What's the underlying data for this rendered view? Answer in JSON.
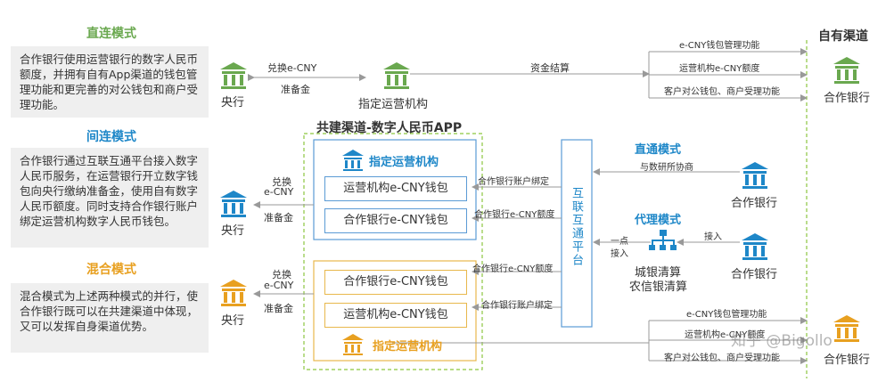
{
  "modes": {
    "direct": {
      "title": "直连模式",
      "desc": "合作银行使用运营银行的数字人民币额度，并拥有自有App渠道的钱包管理功能和更完善的对公钱包和商户受理功能。"
    },
    "indirect": {
      "title": "间连模式",
      "desc": "合作银行通过互联互通平台接入数字人民币服务，在运营银行开立数字钱包向央行缴纳准备金，使用自有数字人民币额度。同时支持合作银行账户绑定运营机构数字人民币钱包。"
    },
    "mixed": {
      "title": "混合模式",
      "desc": "混合模式为上述两种模式的并行，使合作银行既可以在共建渠道中体现，又可以发挥自身渠道优势。"
    }
  },
  "nodes": {
    "central_bank": "央行",
    "designated_operator": "指定运营机构",
    "partner_bank": "合作银行",
    "clearing_1": "城银清算",
    "clearing_2": "农信银清算"
  },
  "edges": {
    "exchange": "兑换e-CNY",
    "exchange_a": "兑换",
    "exchange_b": "e-CNY",
    "reserve": "准备金",
    "fund_settlement": "资金结算",
    "wallet_mgmt": "e-CNY钱包管理功能",
    "op_quota": "运营机构e-CNY额度",
    "corp_merchant": "客户对公钱包、商户受理功能",
    "account_bind": "合作银行账户绑定",
    "bank_quota": "合作银行e-CNY额度",
    "negotiate": "与数研所协商",
    "access": "接入",
    "one_point_a": "一点",
    "one_point_b": "接入"
  },
  "channels": {
    "self_channel": "自有渠道",
    "co_channel": "共建渠道-数字人民币APP",
    "platform": "互联互通平台",
    "direct_mode": "直通模式",
    "proxy_mode": "代理模式"
  },
  "boxes": {
    "op_wallet": "运营机构e-CNY钱包",
    "bank_wallet": "合作银行e-CNY钱包"
  },
  "watermark": "知乎 @Bigollo",
  "colors": {
    "green": "#6aa84f",
    "blue": "#1e87c8",
    "orange": "#e8a020",
    "gray_box": "#efefef"
  }
}
